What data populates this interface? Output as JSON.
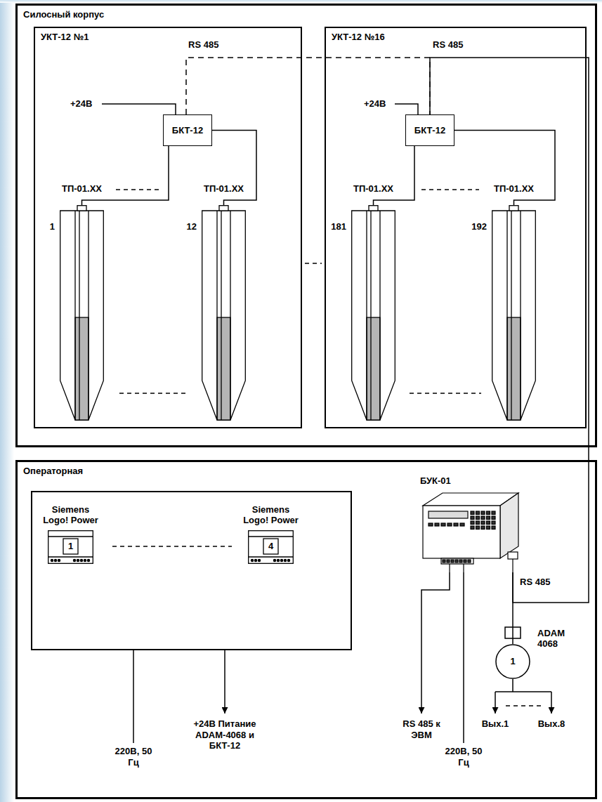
{
  "diagram": {
    "nodes": [
      {
        "text": [
          "Силосный корпус"
        ]
      },
      {
        "text": [
          "УКТ-12 №1"
        ],
        "in": 0
      },
      {
        "text": [
          "БКТ-12"
        ],
        "in": 1
      },
      {
        "text": [
          "ТП-01.XX",
          "1"
        ],
        "in": 1
      },
      {
        "text": [
          "ТП-01.XX",
          "12"
        ],
        "in": 1
      },
      {
        "text": [
          "УКТ-12 №16"
        ],
        "in": 0
      },
      {
        "text": [
          "БКТ-12"
        ],
        "in": 5
      },
      {
        "text": [
          "ТП-01.XX",
          "181"
        ],
        "in": 5
      },
      {
        "text": [
          "ТП-01.XX",
          "192"
        ],
        "in": 5
      },
      {
        "text": [
          "Операторная"
        ]
      },
      {
        "text": [
          "Siemens Logo! Power",
          "1"
        ],
        "in": 9
      },
      {
        "text": [
          "Siemens Logo! Power",
          "4"
        ],
        "in": 9
      },
      {
        "text": [
          "БУК-01"
        ],
        "in": 9
      },
      {
        "text": [
          "ADAM 4068",
          "1"
        ],
        "in": 9
      }
    ],
    "edges": [
      {
        "from": 2,
        "to": 3,
        "arrow": "none"
      },
      {
        "from": 2,
        "to": 4,
        "arrow": "none"
      },
      {
        "from": 6,
        "to": 7,
        "arrow": "none"
      },
      {
        "from": 6,
        "to": 8,
        "arrow": "none"
      },
      {
        "from": 2,
        "to": 6,
        "arrow": "none"
      },
      {
        "from": 6,
        "to": 12,
        "arrow": "none"
      },
      {
        "from": 12,
        "to": 13,
        "arrow": "none"
      }
    ],
    "labels": [
      "+24В",
      "RS 485",
      "+24В",
      "RS 485",
      "RS 485",
      "220В, 50 Гц",
      "+24В Питание ADAM-4068 и БКТ-12",
      "RS 485 к ЭВМ",
      "220В, 50 Гц",
      "Вых.1",
      "Вых.8"
    ]
  }
}
